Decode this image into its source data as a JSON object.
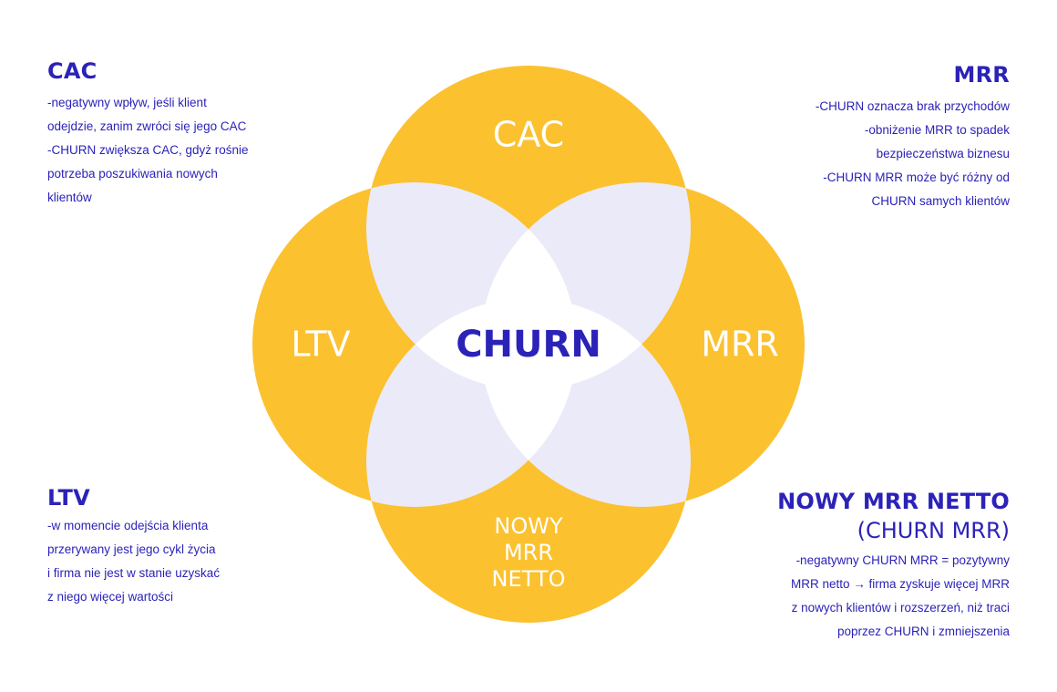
{
  "colors": {
    "accent_text": "#2b22b8",
    "circle_fill": "#fbc12f",
    "overlap_fill": "#ebeaf8",
    "center_fill": "#ffffff"
  },
  "diagram": {
    "circles": {
      "top": "CAC",
      "left": "LTV",
      "right": "MRR",
      "bottom_lines": [
        "NOWY",
        "MRR",
        "NETTO"
      ]
    },
    "center": "CHURN"
  },
  "cac": {
    "title": "CAC",
    "lines": [
      "-negatywny wpływ, jeśli klient",
      "odejdzie, zanim zwróci się jego CAC",
      "-CHURN zwiększa CAC, gdyż rośnie",
      "potrzeba poszukiwania nowych",
      "klientów"
    ]
  },
  "mrr": {
    "title": "MRR",
    "lines": [
      "-CHURN oznacza brak przychodów",
      "-obniżenie MRR to spadek",
      "bezpieczeństwa biznesu",
      "-CHURN MRR może być różny od",
      "CHURN samych klientów"
    ]
  },
  "ltv": {
    "title": "LTV",
    "lines": [
      "-w momencie odejścia klienta",
      "przerywany jest jego cykl życia",
      "i firma nie jest w stanie uzyskać",
      "z niego więcej wartości"
    ]
  },
  "netto": {
    "title": "NOWY MRR NETTO",
    "subtitle": "(CHURN MRR)",
    "lines": [
      "-negatywny CHURN MRR = pozytywny",
      "MRR netto → firma zyskuje więcej MRR",
      "z nowych klientów i rozszerzeń, niż traci",
      "poprzez CHURN i zmniejszenia"
    ]
  }
}
